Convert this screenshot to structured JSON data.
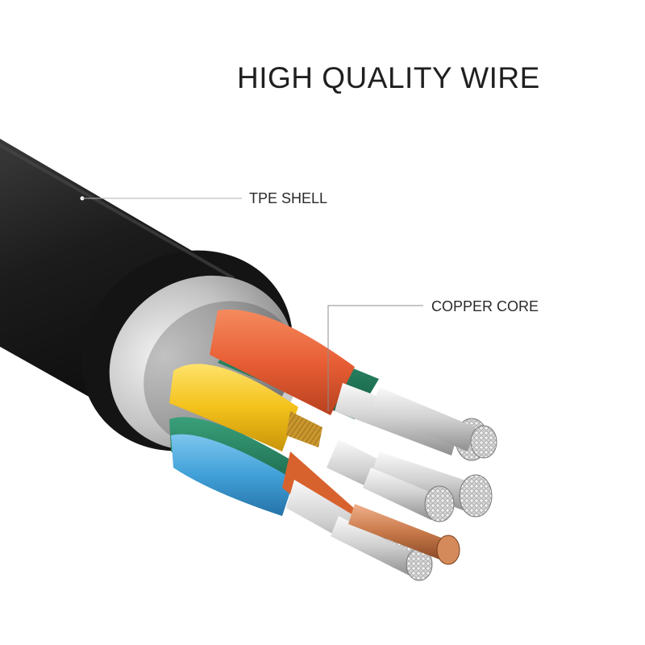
{
  "heading": "HIGH QUALITY WIRE",
  "callouts": {
    "tpe_shell": "TPE SHELL",
    "copper_core": "COPPER CORE"
  },
  "colors": {
    "background": "#ffffff",
    "jacket": "#1b1b1b",
    "foil_shield": "#c9c9c9",
    "wire_orange": "#e8623a",
    "wire_green": "#1f7a5a",
    "wire_yellow": "#f3c61c",
    "wire_blue": "#4aa3d8",
    "strand_silver": "#d9d9d9",
    "strand_copper": "#c8794a"
  }
}
